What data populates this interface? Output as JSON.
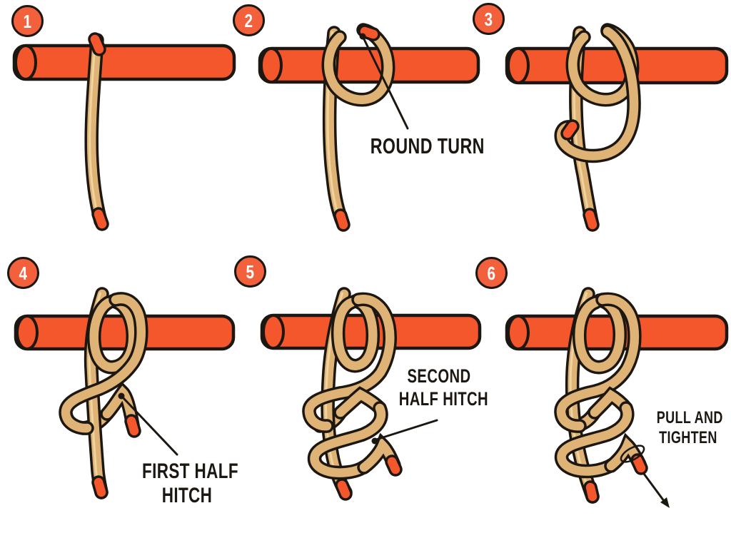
{
  "colors": {
    "pole": "#f4572c",
    "rope": "#dfb375",
    "rope_highlight": "#f2d9a8",
    "outline": "#1d1712",
    "badge_fill": "#f2603c",
    "badge_number": "#ffffff",
    "label_text": "#1d1712",
    "background": "#ffffff"
  },
  "steps": [
    {
      "number": "1"
    },
    {
      "number": "2",
      "annotation_lines": [
        "ROUND TURN"
      ]
    },
    {
      "number": "3"
    },
    {
      "number": "4",
      "annotation_lines": [
        "FIRST HALF",
        "HITCH"
      ]
    },
    {
      "number": "5",
      "annotation_lines": [
        "SECOND",
        "HALF HITCH"
      ]
    },
    {
      "number": "6",
      "annotation_lines": [
        "PULL AND",
        "TIGHTEN"
      ]
    }
  ]
}
